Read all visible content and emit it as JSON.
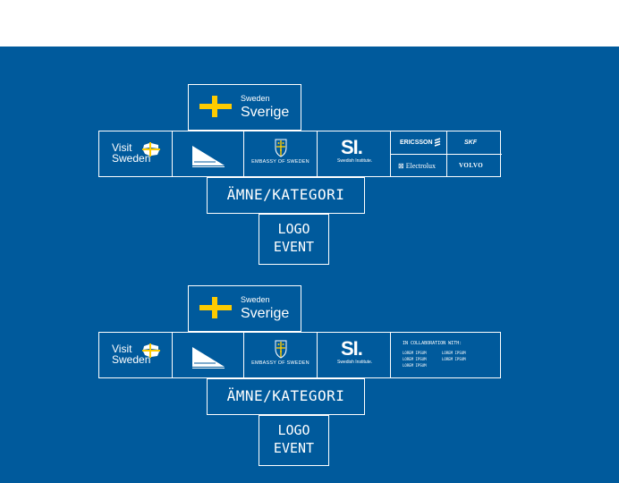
{
  "colors": {
    "background": "#005a9c",
    "accent_yellow": "#fecb00",
    "line": "#ffffff"
  },
  "groups": [
    {
      "sweden_sverige": {
        "small": "Sweden",
        "big": "Sverige"
      },
      "visit": {
        "line1": "Visit",
        "line2": "Sweden"
      },
      "embassy": "EMBASSY OF SWEDEN",
      "si": {
        "mark": "SI.",
        "label": "Swedish Institute."
      },
      "sponsors": {
        "ericsson": "ERICSSON",
        "skf": "SKF",
        "electrolux": "Electrolux",
        "volvo": "VOLVO"
      },
      "category": "ÄMNE/KATEGORI",
      "logo_event": {
        "line1": "LOGO",
        "line2": "EVENT"
      }
    },
    {
      "sweden_sverige": {
        "small": "Sweden",
        "big": "Sverige"
      },
      "visit": {
        "line1": "Visit",
        "line2": "Sweden"
      },
      "embassy": "EMBASSY OF SWEDEN",
      "si": {
        "mark": "SI.",
        "label": "Swedish Institute."
      },
      "collab": {
        "heading": "IN COLLABORATION WITH:",
        "items": [
          "LOREM IPSUM",
          "LOREM IPSUM",
          "LOREM IPSUM",
          "LOREM IPSUM",
          "LOREM IPSUM"
        ]
      },
      "category": "ÄMNE/KATEGORI",
      "logo_event": {
        "line1": "LOGO",
        "line2": "EVENT"
      }
    }
  ]
}
